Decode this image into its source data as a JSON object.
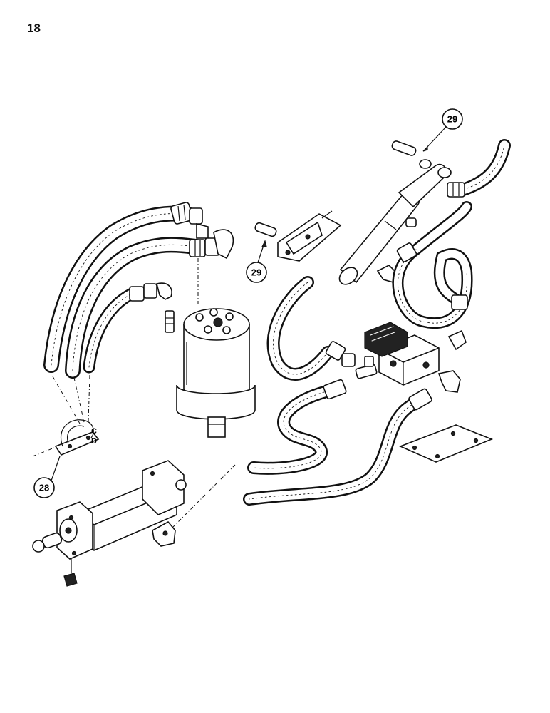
{
  "page": {
    "number": "18"
  },
  "callouts": [
    {
      "id": "callout-29-top",
      "label": "29"
    },
    {
      "id": "callout-29-mid",
      "label": "29"
    },
    {
      "id": "callout-28",
      "label": "28"
    }
  ],
  "clamp_letters": {
    "c": "C",
    "d": "D"
  }
}
